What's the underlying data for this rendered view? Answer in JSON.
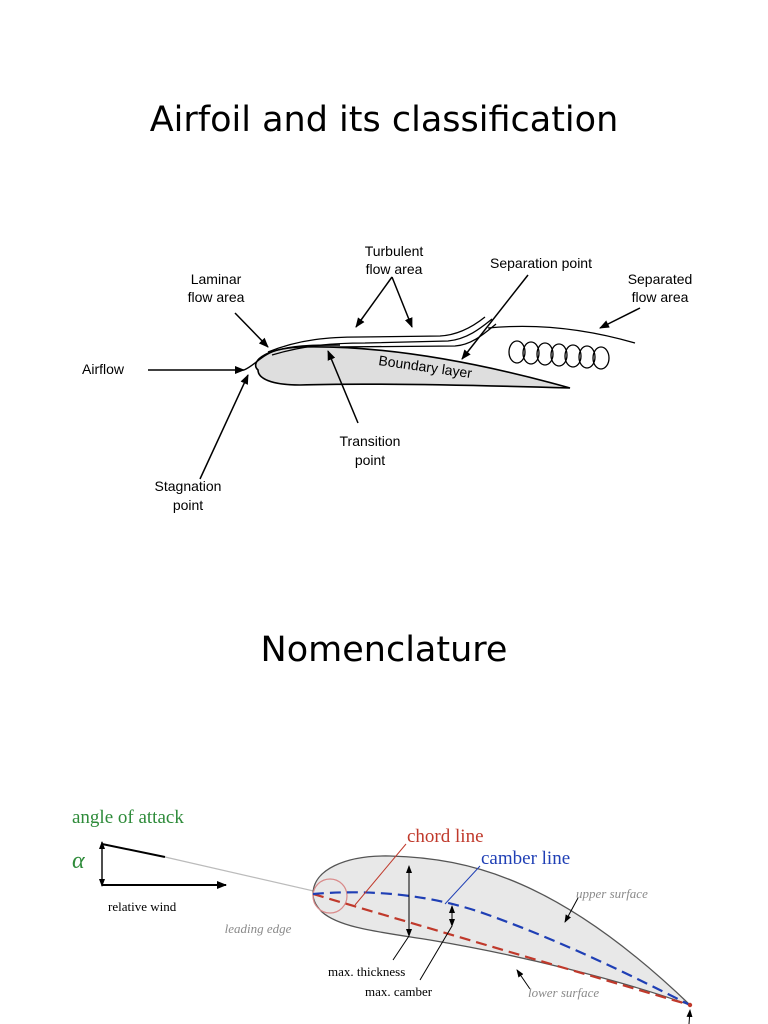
{
  "slide": {
    "title": "Airfoil and its classification",
    "section_title": "Nomenclature"
  },
  "flow_diagram": {
    "labels": {
      "turbulent_line1": "Turbulent",
      "turbulent_line2": "flow area",
      "separation_point": "Separation point",
      "separated_line1": "Separated",
      "separated_line2": "flow area",
      "laminar_line1": "Laminar",
      "laminar_line2": "flow area",
      "airflow": "Airflow",
      "boundary_layer": "Boundary layer",
      "transition_line1": "Transition",
      "transition_line2": "point",
      "stagnation_line1": "Stagnation",
      "stagnation_line2": "point"
    }
  },
  "nomenclature_diagram": {
    "labels": {
      "angle_of_attack": "angle of attack",
      "alpha": "α",
      "relative_wind": "relative wind",
      "leading_edge": "leading edge",
      "chord_line": "chord line",
      "camber_line": "camber line",
      "upper_surface": "upper surface",
      "lower_surface": "lower surface",
      "max_thickness": "max. thickness",
      "max_camber": "max. camber"
    },
    "colors": {
      "angle_of_attack": "#2e8b3a",
      "chord_line": "#c0392b",
      "camber_line": "#1f3fb5",
      "italic_labels": "#8a8a8a"
    }
  }
}
